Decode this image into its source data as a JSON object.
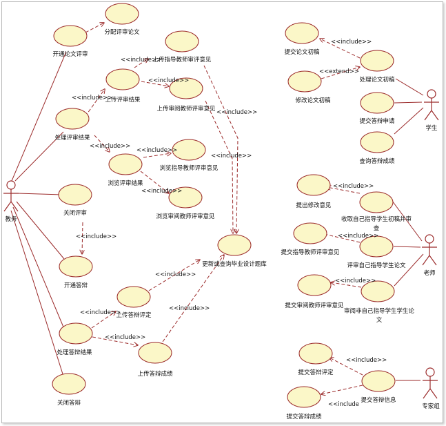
{
  "actors": {
    "jiaowu": "教务",
    "xuesheng": "学生",
    "laoshi": "老师",
    "zhuanjiazu": "专家组"
  },
  "usecases": {
    "fenpei": "分配评审论文",
    "kaitong_lunwen": "开通论文评审",
    "shangchuan_zhidao": "上传指导教师审评意见",
    "shangchuan_pingshen": "上传评审结果",
    "shangchuan_pingyue": "上传审阅教师评审意见",
    "chuli_pingshen": "处理评审结果",
    "liulan_zhidao": "浏览指导教师评审意见",
    "liulan_pingshen": "浏览评审结果",
    "liulan_pingyue": "浏览审阅教师评审意见",
    "guanbi_pingshen": "关闭评审",
    "kaitong_dabian": "开通答辩",
    "gengxin": "更新或查询毕业设计题库",
    "shangchuan_pingding": "上传答辩评定",
    "chuli_dabian": "处理答辩结果",
    "shangchuan_chengji": "上传答辩成绩",
    "guanbi_dabian": "关闭答辩",
    "tijiao_chugao": "提交论文初稿",
    "chuli_chugao": "处理论文初稿",
    "xiugai_chugao": "修改论文初稿",
    "tijiao_shenqing": "提交答辩申请",
    "chaxun_chengji": "查询答辩成绩",
    "tichu_xiugai": "提出修改意见",
    "shouqu_1": "收取自己指导学生初稿并审",
    "shouqu_2": "查",
    "tijiao_zhidao": "提交指导教师评审意见",
    "pingshen_zhidao": "评审自己指导学生论文",
    "tijiao_pingyue": "提交审阅教师评审意见",
    "pingyue_fei_1": "审阅非自己指导学生学生论",
    "pingyue_fei_2": "文",
    "tijiao_pingding": "提交答辩评定",
    "tijiao_xinxi": "提交答辩信息",
    "tijiao_chengji": "提交答辩成绩"
  },
  "stereotypes": {
    "include": "<<include>>",
    "extend": "<<extend>>",
    "include_clip": "<<include"
  }
}
